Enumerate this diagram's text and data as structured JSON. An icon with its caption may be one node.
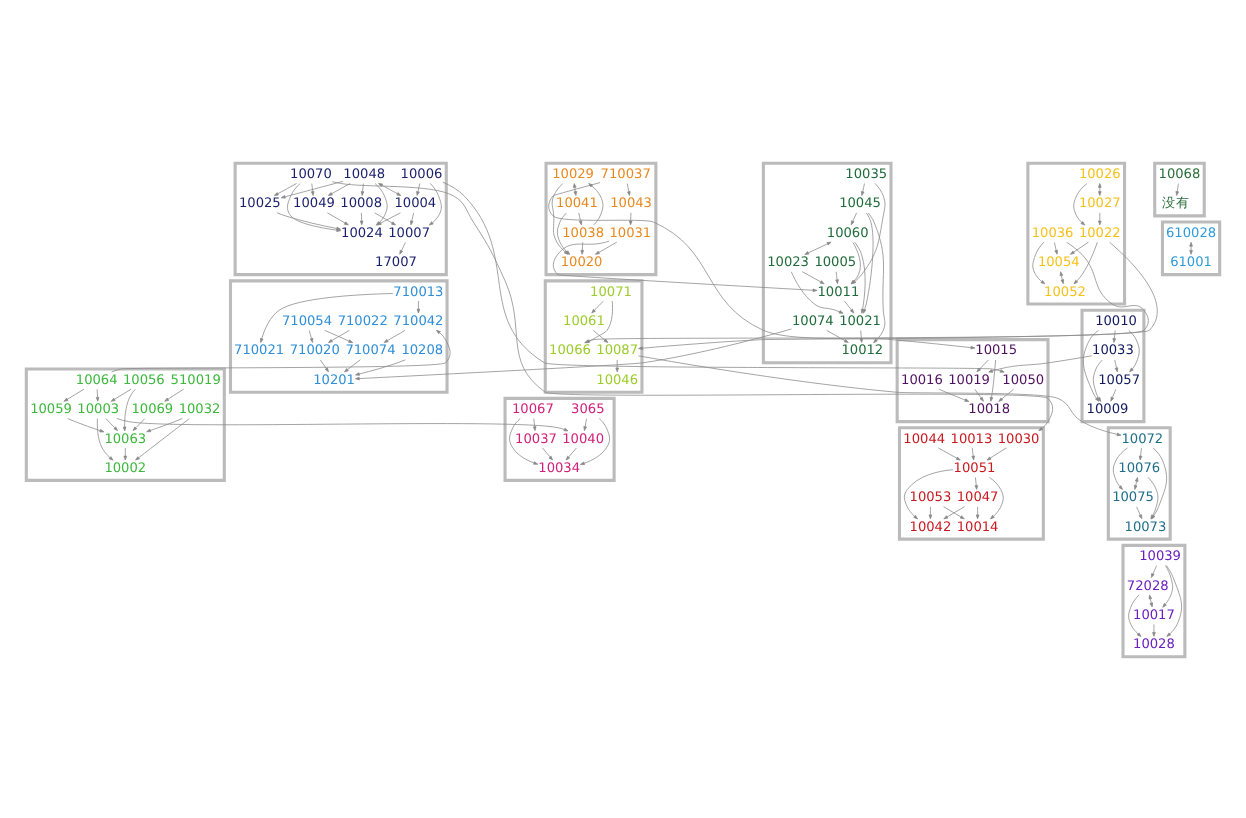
{
  "diagram": {
    "nodes": [
      {
        "text": [],
        "shape": "box"
      },
      {
        "text": [
          "10048"
        ],
        "in": 0
      },
      {
        "text": [
          "10004"
        ],
        "in": 0
      },
      {
        "text": [
          "10008"
        ],
        "in": 0
      },
      {
        "text": [
          "10006"
        ],
        "in": 0
      },
      {
        "text": [
          "10007"
        ],
        "in": 0
      },
      {
        "text": [
          "10070"
        ],
        "in": 0
      },
      {
        "text": [
          "17007"
        ],
        "in": 0
      },
      {
        "text": [
          "10025"
        ],
        "in": 0
      },
      {
        "text": [
          "10024"
        ],
        "in": 0
      },
      {
        "text": [
          "10049"
        ],
        "in": 0
      },
      {
        "text": [],
        "shape": "box"
      },
      {
        "text": [
          "10060"
        ],
        "in": 11
      },
      {
        "text": [
          "10023"
        ],
        "in": 11
      },
      {
        "text": [
          "10005"
        ],
        "in": 11
      },
      {
        "text": [
          "10035"
        ],
        "in": 11
      },
      {
        "text": [
          "10045"
        ],
        "in": 11
      },
      {
        "text": [
          "10011"
        ],
        "in": 11
      },
      {
        "text": [
          "10012"
        ],
        "in": 11
      },
      {
        "text": [
          "10021"
        ],
        "in": 11
      },
      {
        "text": [
          "10074"
        ],
        "in": 11
      },
      {
        "text": [],
        "shape": "box"
      },
      {
        "text": [
          "10029"
        ],
        "in": 21
      },
      {
        "text": [
          "10041"
        ],
        "in": 21
      },
      {
        "text": [
          "10038"
        ],
        "in": 21
      },
      {
        "text": [
          "10043"
        ],
        "in": 21
      },
      {
        "text": [
          "10020"
        ],
        "in": 21
      },
      {
        "text": [
          "10031"
        ],
        "in": 21
      },
      {
        "text": [
          "710037"
        ],
        "in": 21
      },
      {
        "text": [],
        "shape": "box"
      },
      {
        "text": [
          "10026"
        ],
        "in": 29
      },
      {
        "text": [
          "10027"
        ],
        "in": 29
      },
      {
        "text": [
          "10036"
        ],
        "in": 29
      },
      {
        "text": [
          "10022"
        ],
        "in": 29
      },
      {
        "text": [
          "10054"
        ],
        "in": 29
      },
      {
        "text": [
          "10052"
        ],
        "in": 29
      },
      {
        "text": [],
        "shape": "box"
      },
      {
        "text": [
          "710013"
        ],
        "in": 36
      },
      {
        "text": [
          "10208"
        ],
        "in": 36
      },
      {
        "text": [
          "710021"
        ],
        "in": 36
      },
      {
        "text": [
          "710054"
        ],
        "in": 36
      },
      {
        "text": [
          "710022"
        ],
        "in": 36
      },
      {
        "text": [
          "710042"
        ],
        "in": 36
      },
      {
        "text": [
          "710020"
        ],
        "in": 36
      },
      {
        "text": [
          "710074"
        ],
        "in": 36
      },
      {
        "text": [
          "10201"
        ],
        "in": 36
      },
      {
        "text": [],
        "shape": "box"
      },
      {
        "text": [
          "10016"
        ],
        "in": 46
      },
      {
        "text": [
          "10015"
        ],
        "in": 46
      },
      {
        "text": [
          "10050"
        ],
        "in": 46
      },
      {
        "text": [
          "10019"
        ],
        "in": 46
      },
      {
        "text": [
          "10018"
        ],
        "in": 46
      },
      {
        "text": [],
        "shape": "box"
      },
      {
        "text": [
          "10071"
        ],
        "in": 52
      },
      {
        "text": [
          "10061"
        ],
        "in": 52
      },
      {
        "text": [
          "10066"
        ],
        "in": 52
      },
      {
        "text": [
          "10087"
        ],
        "in": 52
      },
      {
        "text": [
          "10046"
        ],
        "in": 52
      },
      {
        "text": [],
        "shape": "box"
      },
      {
        "text": [
          "10010"
        ],
        "in": 58
      },
      {
        "text": [
          "10057"
        ],
        "in": 58
      },
      {
        "text": [
          "10033"
        ],
        "in": 58
      },
      {
        "text": [
          "10009"
        ],
        "in": 58
      },
      {
        "text": [],
        "shape": "box"
      },
      {
        "text": [
          "10032"
        ],
        "in": 63
      },
      {
        "text": [
          "10069"
        ],
        "in": 63
      },
      {
        "text": [
          "510019"
        ],
        "in": 63
      },
      {
        "text": [
          "10056"
        ],
        "in": 63
      },
      {
        "text": [
          "10064"
        ],
        "in": 63
      },
      {
        "text": [
          "10059"
        ],
        "in": 63
      },
      {
        "text": [
          "10003"
        ],
        "in": 63
      },
      {
        "text": [
          "10063"
        ],
        "in": 63
      },
      {
        "text": [
          "10002"
        ],
        "in": 63
      },
      {
        "text": [],
        "shape": "box"
      },
      {
        "text": [
          "10030"
        ],
        "in": 73
      },
      {
        "text": [
          "10051"
        ],
        "in": 73
      },
      {
        "text": [
          "10013"
        ],
        "in": 73
      },
      {
        "text": [
          "10047"
        ],
        "in": 73
      },
      {
        "text": [
          "10044"
        ],
        "in": 73
      },
      {
        "text": [
          "10014"
        ],
        "in": 73
      },
      {
        "text": [
          "10042"
        ],
        "in": 73
      },
      {
        "text": [
          "10053"
        ],
        "in": 73
      },
      {
        "text": [],
        "shape": "box"
      },
      {
        "text": [
          "3065"
        ],
        "in": 82
      },
      {
        "text": [
          "10040"
        ],
        "in": 82
      },
      {
        "text": [
          "10067"
        ],
        "in": 82
      },
      {
        "text": [
          "10037"
        ],
        "in": 82
      },
      {
        "text": [
          "10034"
        ],
        "in": 82
      },
      {
        "text": [],
        "shape": "box"
      },
      {
        "text": [
          "10072"
        ],
        "in": 88
      },
      {
        "text": [
          "10076"
        ],
        "in": 88
      },
      {
        "text": [
          "10075"
        ],
        "in": 88
      },
      {
        "text": [
          "10073"
        ],
        "in": 88
      },
      {
        "text": [],
        "shape": "box"
      },
      {
        "text": [
          "没有"
        ],
        "in": 93
      },
      {
        "text": [
          "10068"
        ],
        "in": 93
      },
      {
        "text": [],
        "shape": "box"
      },
      {
        "text": [
          "10039"
        ],
        "in": 96
      },
      {
        "text": [
          "72028"
        ],
        "in": 96
      },
      {
        "text": [
          "10017"
        ],
        "in": 96
      },
      {
        "text": [
          "10028"
        ],
        "in": 96
      },
      {
        "text": [],
        "shape": "box"
      },
      {
        "text": [
          "610028"
        ],
        "in": 101
      },
      {
        "text": [
          "61001"
        ],
        "in": 101
      }
    ],
    "edges": [
      {
        "from": 1,
        "to": 3,
        "arrow": "to"
      },
      {
        "from": 1,
        "to": 2,
        "arrow": "both"
      },
      {
        "from": 4,
        "to": 2,
        "arrow": "to"
      },
      {
        "from": 4,
        "to": 5,
        "arrow": "to"
      },
      {
        "from": 3,
        "to": 5,
        "arrow": "to"
      },
      {
        "from": 5,
        "to": 7,
        "arrow": "to"
      },
      {
        "from": 3,
        "to": 9,
        "arrow": "to"
      },
      {
        "from": 1,
        "to": 9,
        "arrow": "to"
      },
      {
        "from": 1,
        "to": 10,
        "arrow": "to"
      },
      {
        "from": 2,
        "to": 9,
        "arrow": "to"
      },
      {
        "from": 6,
        "to": 9,
        "arrow": "to"
      },
      {
        "from": 6,
        "to": 10,
        "arrow": "to"
      },
      {
        "from": 8,
        "to": 9,
        "arrow": "to"
      },
      {
        "from": 10,
        "to": 9,
        "arrow": "to"
      },
      {
        "from": 6,
        "to": 8,
        "arrow": "to"
      },
      {
        "from": 1,
        "to": 8,
        "arrow": "to"
      },
      {
        "from": 2,
        "to": 5,
        "arrow": "to"
      },
      {
        "from": 12,
        "to": 13,
        "arrow": "both"
      },
      {
        "from": 13,
        "to": 17,
        "arrow": "to"
      },
      {
        "from": 12,
        "to": 17,
        "arrow": "to"
      },
      {
        "from": 12,
        "to": 19,
        "arrow": "to"
      },
      {
        "from": 13,
        "to": 19,
        "arrow": "to"
      },
      {
        "from": 15,
        "to": 17,
        "arrow": "to"
      },
      {
        "from": 15,
        "to": 16,
        "arrow": "to"
      },
      {
        "from": 16,
        "to": 12,
        "arrow": "to"
      },
      {
        "from": 14,
        "to": 17,
        "arrow": "to"
      },
      {
        "from": 16,
        "to": 18,
        "arrow": "to"
      },
      {
        "from": 17,
        "to": 19,
        "arrow": "to"
      },
      {
        "from": 19,
        "to": 18,
        "arrow": "to"
      },
      {
        "from": 20,
        "to": 18,
        "arrow": "to"
      },
      {
        "from": 16,
        "to": 19,
        "arrow": "to"
      },
      {
        "from": 22,
        "to": 23,
        "arrow": "both"
      },
      {
        "from": 23,
        "to": 24,
        "arrow": "to"
      },
      {
        "from": 24,
        "to": 26,
        "arrow": "to"
      },
      {
        "from": 22,
        "to": 26,
        "arrow": "to"
      },
      {
        "from": 24,
        "to": 22,
        "arrow": "to"
      },
      {
        "from": 23,
        "to": 26,
        "arrow": "to"
      },
      {
        "from": 25,
        "to": 27,
        "arrow": "to"
      },
      {
        "from": 27,
        "to": 26,
        "arrow": "to"
      },
      {
        "from": 28,
        "to": 25,
        "arrow": "to"
      },
      {
        "from": 30,
        "to": 31,
        "arrow": "both"
      },
      {
        "from": 30,
        "to": 33,
        "arrow": "to"
      },
      {
        "from": 31,
        "to": 33,
        "arrow": "to"
      },
      {
        "from": 32,
        "to": 34,
        "arrow": "to"
      },
      {
        "from": 32,
        "to": 35,
        "arrow": "to"
      },
      {
        "from": 34,
        "to": 35,
        "arrow": "both"
      },
      {
        "from": 33,
        "to": 34,
        "arrow": "to"
      },
      {
        "from": 33,
        "to": 35,
        "arrow": "to"
      },
      {
        "from": 32,
        "to": 55,
        "arrow": "to"
      },
      {
        "from": 37,
        "to": 39,
        "arrow": "to"
      },
      {
        "from": 38,
        "to": 45,
        "arrow": "to"
      },
      {
        "from": 40,
        "to": 44,
        "arrow": "to"
      },
      {
        "from": 42,
        "to": 44,
        "arrow": "to"
      },
      {
        "from": 44,
        "to": 45,
        "arrow": "to"
      },
      {
        "from": 43,
        "to": 45,
        "arrow": "to"
      },
      {
        "from": 41,
        "to": 43,
        "arrow": "to"
      },
      {
        "from": 37,
        "to": 42,
        "arrow": "to"
      },
      {
        "from": 40,
        "to": 43,
        "arrow": "to"
      },
      {
        "from": 48,
        "to": 50,
        "arrow": "to"
      },
      {
        "from": 48,
        "to": 51,
        "arrow": "to"
      },
      {
        "from": 47,
        "to": 51,
        "arrow": "to"
      },
      {
        "from": 49,
        "to": 51,
        "arrow": "to"
      },
      {
        "from": 50,
        "to": 51,
        "arrow": "to"
      },
      {
        "from": 53,
        "to": 54,
        "arrow": "to"
      },
      {
        "from": 53,
        "to": 55,
        "arrow": "to"
      },
      {
        "from": 54,
        "to": 56,
        "arrow": "to"
      },
      {
        "from": 56,
        "to": 57,
        "arrow": "to"
      },
      {
        "from": 59,
        "to": 60,
        "arrow": "to"
      },
      {
        "from": 59,
        "to": 62,
        "arrow": "to"
      },
      {
        "from": 59,
        "to": 61,
        "arrow": "to"
      },
      {
        "from": 61,
        "to": 60,
        "arrow": "to"
      },
      {
        "from": 60,
        "to": 62,
        "arrow": "to"
      },
      {
        "from": 61,
        "to": 62,
        "arrow": "to"
      },
      {
        "from": 64,
        "to": 71,
        "arrow": "to"
      },
      {
        "from": 65,
        "to": 71,
        "arrow": "to"
      },
      {
        "from": 66,
        "to": 65,
        "arrow": "to"
      },
      {
        "from": 67,
        "to": 71,
        "arrow": "to"
      },
      {
        "from": 67,
        "to": 70,
        "arrow": "to"
      },
      {
        "from": 69,
        "to": 71,
        "arrow": "to"
      },
      {
        "from": 68,
        "to": 69,
        "arrow": "to"
      },
      {
        "from": 68,
        "to": 70,
        "arrow": "to"
      },
      {
        "from": 70,
        "to": 71,
        "arrow": "to"
      },
      {
        "from": 70,
        "to": 72,
        "arrow": "to"
      },
      {
        "from": 64,
        "to": 72,
        "arrow": "to"
      },
      {
        "from": 71,
        "to": 72,
        "arrow": "to"
      },
      {
        "from": 75,
        "to": 77,
        "arrow": "to"
      },
      {
        "from": 75,
        "to": 79,
        "arrow": "to"
      },
      {
        "from": 77,
        "to": 79,
        "arrow": "to"
      },
      {
        "from": 81,
        "to": 79,
        "arrow": "to"
      },
      {
        "from": 76,
        "to": 75,
        "arrow": "to"
      },
      {
        "from": 78,
        "to": 75,
        "arrow": "to"
      },
      {
        "from": 75,
        "to": 80,
        "arrow": "to"
      },
      {
        "from": 77,
        "to": 80,
        "arrow": "to"
      },
      {
        "from": 81,
        "to": 80,
        "arrow": "to"
      },
      {
        "from": 74,
        "to": 75,
        "arrow": "to"
      },
      {
        "from": 83,
        "to": 84,
        "arrow": "to"
      },
      {
        "from": 83,
        "to": 87,
        "arrow": "to"
      },
      {
        "from": 84,
        "to": 87,
        "arrow": "to"
      },
      {
        "from": 85,
        "to": 86,
        "arrow": "to"
      },
      {
        "from": 86,
        "to": 87,
        "arrow": "to"
      },
      {
        "from": 85,
        "to": 87,
        "arrow": "to"
      },
      {
        "from": 89,
        "to": 90,
        "arrow": "to"
      },
      {
        "from": 89,
        "to": 91,
        "arrow": "to"
      },
      {
        "from": 90,
        "to": 91,
        "arrow": "both"
      },
      {
        "from": 90,
        "to": 92,
        "arrow": "to"
      },
      {
        "from": 91,
        "to": 92,
        "arrow": "to"
      },
      {
        "from": 89,
        "to": 92,
        "arrow": "to"
      },
      {
        "from": 95,
        "to": 94,
        "arrow": "to"
      },
      {
        "from": 97,
        "to": 98,
        "arrow": "to"
      },
      {
        "from": 97,
        "to": 99,
        "arrow": "to"
      },
      {
        "from": 98,
        "to": 99,
        "arrow": "both"
      },
      {
        "from": 98,
        "to": 100,
        "arrow": "to"
      },
      {
        "from": 99,
        "to": 100,
        "arrow": "to"
      },
      {
        "from": 97,
        "to": 100,
        "arrow": "to"
      },
      {
        "from": 102,
        "to": 103,
        "arrow": "both"
      },
      {
        "from": 27,
        "to": 17,
        "arrow": "to"
      },
      {
        "from": 28,
        "to": 48,
        "arrow": "to"
      },
      {
        "from": 4,
        "to": 49,
        "arrow": "to"
      },
      {
        "from": 6,
        "to": 74,
        "arrow": "to"
      },
      {
        "from": 56,
        "to": 89,
        "arrow": "to"
      },
      {
        "from": 61,
        "to": 50,
        "arrow": "to"
      },
      {
        "from": 33,
        "to": 56,
        "arrow": "to"
      },
      {
        "from": 68,
        "to": 42,
        "arrow": "to"
      },
      {
        "from": 70,
        "to": 84,
        "arrow": "to"
      },
      {
        "from": 20,
        "to": 45,
        "arrow": "to"
      }
    ]
  }
}
